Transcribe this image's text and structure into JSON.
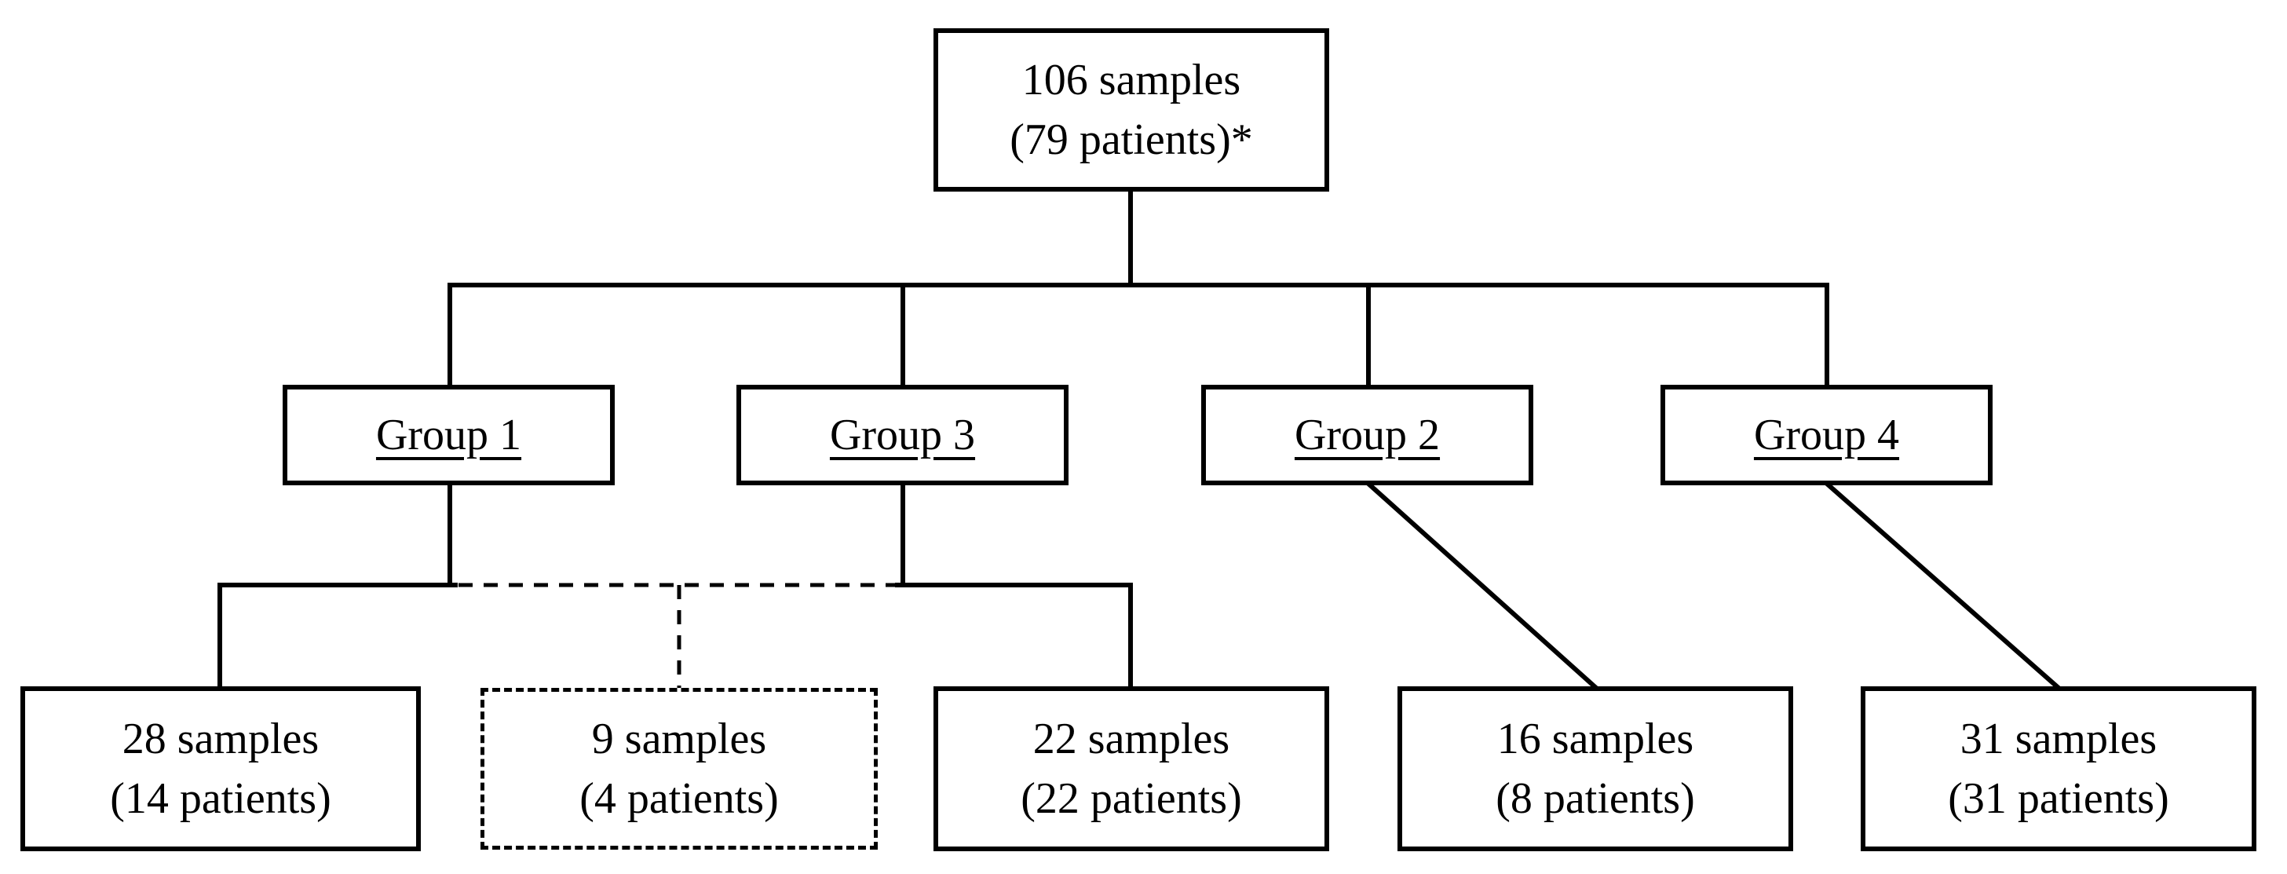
{
  "root": {
    "line1": "106 samples",
    "line2": "(79 patients)*"
  },
  "groups": [
    {
      "label": "Group 1"
    },
    {
      "label": "Group 3"
    },
    {
      "label": "Group 2"
    },
    {
      "label": "Group 4"
    }
  ],
  "leaves": [
    {
      "line1": "28 samples",
      "line2": "(14 patients)"
    },
    {
      "line1": "9 samples",
      "line2": "(4 patients)"
    },
    {
      "line1": "22 samples",
      "line2": "(22 patients)"
    },
    {
      "line1": "16 samples",
      "line2": "(8 patients)"
    },
    {
      "line1": "31 samples",
      "line2": "(31 patients)"
    }
  ]
}
